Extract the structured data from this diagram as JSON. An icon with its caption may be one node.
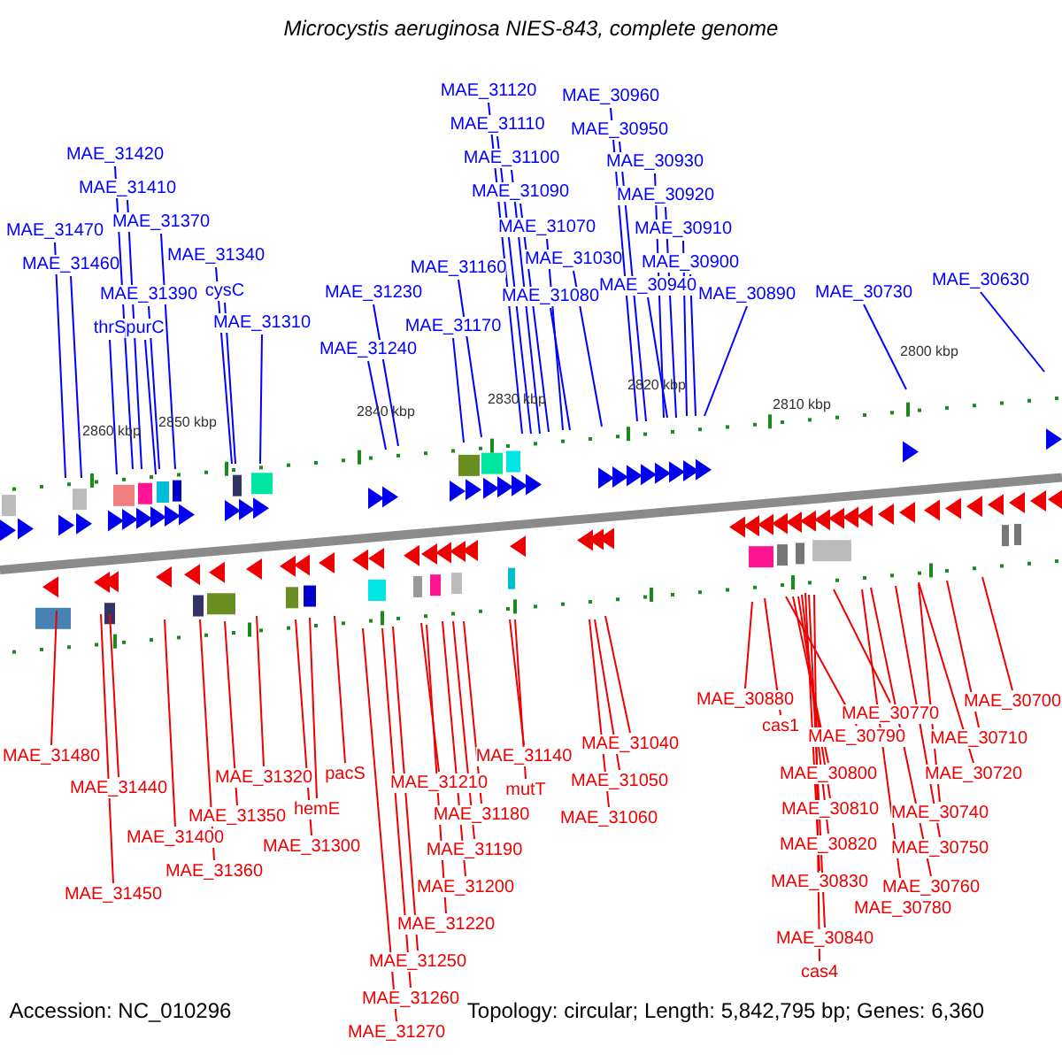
{
  "diagram": {
    "title": "Microcystis aeruginosa NIES-843, complete genome",
    "nodes": [
      {
        "text": [
          "MAE_31420"
        ]
      },
      {
        "text": [
          "MAE_31410"
        ]
      },
      {
        "text": [
          "MAE_31470"
        ]
      },
      {
        "text": [
          "MAE_31370"
        ]
      },
      {
        "text": [
          "MAE_31460"
        ]
      },
      {
        "text": [
          "MAE_31340"
        ]
      },
      {
        "text": [
          "MAE_31390"
        ]
      },
      {
        "text": [
          "cysC"
        ]
      },
      {
        "text": [
          "thrS"
        ]
      },
      {
        "text": [
          "purC"
        ]
      },
      {
        "text": [
          "MAE_31310"
        ]
      },
      {
        "text": [
          "MAE_31120"
        ]
      },
      {
        "text": [
          "MAE_30960"
        ]
      },
      {
        "text": [
          "MAE_31110"
        ]
      },
      {
        "text": [
          "MAE_30950"
        ]
      },
      {
        "text": [
          "MAE_31100"
        ]
      },
      {
        "text": [
          "MAE_30930"
        ]
      },
      {
        "text": [
          "MAE_31090"
        ]
      },
      {
        "text": [
          "MAE_30920"
        ]
      },
      {
        "text": [
          "MAE_31070"
        ]
      },
      {
        "text": [
          "MAE_30910"
        ]
      },
      {
        "text": [
          "MAE_31030"
        ]
      },
      {
        "text": [
          "MAE_30900"
        ]
      },
      {
        "text": [
          "MAE_31160"
        ]
      },
      {
        "text": [
          "MAE_30940"
        ]
      },
      {
        "text": [
          "MAE_31080"
        ]
      },
      {
        "text": [
          "MAE_31230"
        ]
      },
      {
        "text": [
          "MAE_30890"
        ]
      },
      {
        "text": [
          "MAE_31170"
        ]
      },
      {
        "text": [
          "MAE_30730"
        ]
      },
      {
        "text": [
          "MAE_30630"
        ]
      },
      {
        "text": [
          "MAE_31240"
        ]
      },
      {
        "text": [
          "MAE_31480"
        ]
      },
      {
        "text": [
          "MAE_31440"
        ]
      },
      {
        "text": [
          "MAE_31450"
        ]
      },
      {
        "text": [
          "MAE_31400"
        ]
      },
      {
        "text": [
          "MAE_31350"
        ]
      },
      {
        "text": [
          "MAE_31360"
        ]
      },
      {
        "text": [
          "MAE_31320"
        ]
      },
      {
        "text": [
          "MAE_31300"
        ]
      },
      {
        "text": [
          "hemE"
        ]
      },
      {
        "text": [
          "pacS"
        ]
      },
      {
        "text": [
          "MAE_31210"
        ]
      },
      {
        "text": [
          "MAE_31180"
        ]
      },
      {
        "text": [
          "MAE_31190"
        ]
      },
      {
        "text": [
          "MAE_31200"
        ]
      },
      {
        "text": [
          "MAE_31220"
        ]
      },
      {
        "text": [
          "MAE_31250"
        ]
      },
      {
        "text": [
          "MAE_31260"
        ]
      },
      {
        "text": [
          "MAE_31270"
        ]
      },
      {
        "text": [
          "MAE_31140"
        ]
      },
      {
        "text": [
          "mutT"
        ]
      },
      {
        "text": [
          "MAE_31040"
        ]
      },
      {
        "text": [
          "MAE_31050"
        ]
      },
      {
        "text": [
          "MAE_31060"
        ]
      },
      {
        "text": [
          "MAE_30880"
        ]
      },
      {
        "text": [
          "cas1"
        ]
      },
      {
        "text": [
          "MAE_30790"
        ]
      },
      {
        "text": [
          "MAE_30800"
        ]
      },
      {
        "text": [
          "MAE_30810"
        ]
      },
      {
        "text": [
          "MAE_30820"
        ]
      },
      {
        "text": [
          "MAE_30830"
        ]
      },
      {
        "text": [
          "MAE_30840"
        ]
      },
      {
        "text": [
          "cas4"
        ]
      },
      {
        "text": [
          "MAE_30770"
        ]
      },
      {
        "text": [
          "MAE_30780"
        ]
      },
      {
        "text": [
          "MAE_30760"
        ]
      },
      {
        "text": [
          "MAE_30750"
        ]
      },
      {
        "text": [
          "MAE_30740"
        ]
      },
      {
        "text": [
          "MAE_30720"
        ]
      },
      {
        "text": [
          "MAE_30710"
        ]
      },
      {
        "text": [
          "MAE_30700"
        ]
      }
    ],
    "edges": [
      {
        "from": 0,
        "to": null,
        "arrow": "none",
        "color": "#0000ff"
      },
      {
        "from": 1,
        "to": null,
        "arrow": "none",
        "color": "#0000ff"
      },
      {
        "from": 2,
        "to": null,
        "arrow": "none",
        "color": "#0000ff"
      },
      {
        "from": 3,
        "to": null,
        "arrow": "none",
        "color": "#0000ff"
      },
      {
        "from": 4,
        "to": null,
        "arrow": "none",
        "color": "#0000ff"
      },
      {
        "from": 5,
        "to": null,
        "arrow": "none",
        "color": "#0000ff"
      },
      {
        "from": 6,
        "to": null,
        "arrow": "none",
        "color": "#0000ff"
      },
      {
        "from": 7,
        "to": null,
        "arrow": "none",
        "color": "#0000ff"
      },
      {
        "from": 8,
        "to": null,
        "arrow": "none",
        "color": "#0000ff"
      },
      {
        "from": 9,
        "to": null,
        "arrow": "none",
        "color": "#0000ff"
      },
      {
        "from": 10,
        "to": null,
        "arrow": "none",
        "color": "#0000ff"
      },
      {
        "from": 11,
        "to": null,
        "arrow": "none",
        "color": "#0000ff"
      },
      {
        "from": 12,
        "to": null,
        "arrow": "none",
        "color": "#0000ff"
      },
      {
        "from": 13,
        "to": null,
        "arrow": "none",
        "color": "#0000ff"
      },
      {
        "from": 14,
        "to": null,
        "arrow": "none",
        "color": "#0000ff"
      },
      {
        "from": 15,
        "to": null,
        "arrow": "none",
        "color": "#0000ff"
      },
      {
        "from": 16,
        "to": null,
        "arrow": "none",
        "color": "#0000ff"
      },
      {
        "from": 17,
        "to": null,
        "arrow": "none",
        "color": "#0000ff"
      },
      {
        "from": 18,
        "to": null,
        "arrow": "none",
        "color": "#0000ff"
      },
      {
        "from": 19,
        "to": null,
        "arrow": "none",
        "color": "#0000ff"
      },
      {
        "from": 20,
        "to": null,
        "arrow": "none",
        "color": "#0000ff"
      },
      {
        "from": 21,
        "to": null,
        "arrow": "none",
        "color": "#0000ff"
      },
      {
        "from": 22,
        "to": null,
        "arrow": "none",
        "color": "#0000ff"
      },
      {
        "from": 23,
        "to": null,
        "arrow": "none",
        "color": "#0000ff"
      },
      {
        "from": 24,
        "to": null,
        "arrow": "none",
        "color": "#0000ff"
      },
      {
        "from": 25,
        "to": null,
        "arrow": "none",
        "color": "#0000ff"
      },
      {
        "from": 26,
        "to": null,
        "arrow": "none",
        "color": "#0000ff"
      },
      {
        "from": 27,
        "to": null,
        "arrow": "none",
        "color": "#0000ff"
      },
      {
        "from": 28,
        "to": null,
        "arrow": "none",
        "color": "#0000ff"
      },
      {
        "from": 29,
        "to": null,
        "arrow": "none",
        "color": "#0000ff"
      },
      {
        "from": 30,
        "to": null,
        "arrow": "none",
        "color": "#0000ff"
      },
      {
        "from": 31,
        "to": null,
        "arrow": "none",
        "color": "#0000ff"
      },
      {
        "from": 32,
        "to": null,
        "arrow": "none"
      },
      {
        "from": 33,
        "to": null,
        "arrow": "none"
      },
      {
        "from": 34,
        "to": null,
        "arrow": "none"
      },
      {
        "from": 35,
        "to": null,
        "arrow": "none"
      },
      {
        "from": 36,
        "to": null,
        "arrow": "none"
      },
      {
        "from": 37,
        "to": null,
        "arrow": "none"
      },
      {
        "from": 38,
        "to": null,
        "arrow": "none"
      },
      {
        "from": 39,
        "to": null,
        "arrow": "none"
      },
      {
        "from": 40,
        "to": null,
        "arrow": "none"
      },
      {
        "from": 41,
        "to": null,
        "arrow": "none"
      },
      {
        "from": 42,
        "to": null,
        "arrow": "none"
      },
      {
        "from": 43,
        "to": null,
        "arrow": "none"
      },
      {
        "from": 44,
        "to": null,
        "arrow": "none"
      },
      {
        "from": 45,
        "to": null,
        "arrow": "none"
      },
      {
        "from": 46,
        "to": null,
        "arrow": "none"
      },
      {
        "from": 47,
        "to": null,
        "arrow": "none"
      },
      {
        "from": 48,
        "to": null,
        "arrow": "none"
      },
      {
        "from": 49,
        "to": null,
        "arrow": "none"
      },
      {
        "from": 50,
        "to": null,
        "arrow": "none"
      },
      {
        "from": 51,
        "to": null,
        "arrow": "none"
      },
      {
        "from": 52,
        "to": null,
        "arrow": "none"
      },
      {
        "from": 53,
        "to": null,
        "arrow": "none"
      },
      {
        "from": 54,
        "to": null,
        "arrow": "none"
      },
      {
        "from": 55,
        "to": null,
        "arrow": "none"
      },
      {
        "from": 56,
        "to": null,
        "arrow": "none"
      },
      {
        "from": 57,
        "to": null,
        "arrow": "none"
      },
      {
        "from": 58,
        "to": null,
        "arrow": "none"
      },
      {
        "from": 59,
        "to": null,
        "arrow": "none"
      },
      {
        "from": 60,
        "to": null,
        "arrow": "none"
      },
      {
        "from": 61,
        "to": null,
        "arrow": "none"
      },
      {
        "from": 62,
        "to": null,
        "arrow": "none"
      },
      {
        "from": 63,
        "to": null,
        "arrow": "none"
      },
      {
        "from": 64,
        "to": null,
        "arrow": "none"
      },
      {
        "from": 65,
        "to": null,
        "arrow": "none"
      },
      {
        "from": 66,
        "to": null,
        "arrow": "none"
      },
      {
        "from": 67,
        "to": null,
        "arrow": "none"
      },
      {
        "from": 68,
        "to": null,
        "arrow": "none"
      },
      {
        "from": 69,
        "to": null,
        "arrow": "none"
      },
      {
        "from": 70,
        "to": null,
        "arrow": "none"
      },
      {
        "from": 71,
        "to": null,
        "arrow": "none"
      }
    ],
    "labels": [
      "2800 kbp",
      "2810 kbp",
      "2820 kbp",
      "2830 kbp",
      "2840 kbp",
      "2850 kbp",
      "2860 kbp",
      "Accession: NC_010296",
      "Topology: circular; Length: 5,842,795 bp; Genes: 6,360"
    ]
  }
}
